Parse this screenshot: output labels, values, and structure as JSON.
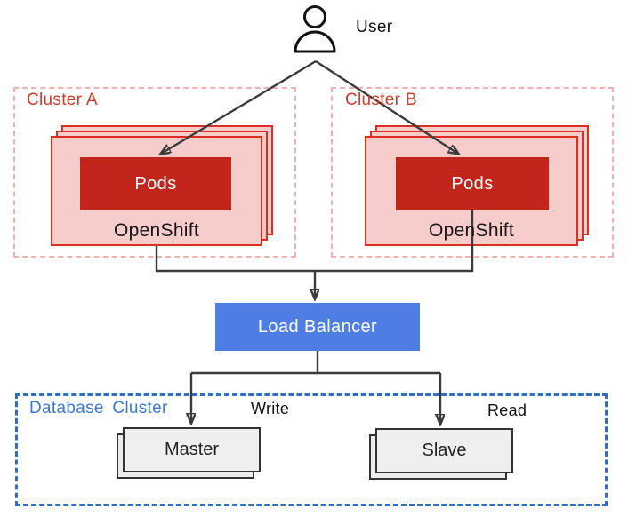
{
  "diagram": {
    "user": {
      "label": "User"
    },
    "clusters": [
      {
        "label": "Cluster A",
        "pods_label": "Pods",
        "platform_label": "OpenShift"
      },
      {
        "label": "Cluster B",
        "pods_label": "Pods",
        "platform_label": "OpenShift"
      }
    ],
    "load_balancer": {
      "label": "Load Balancer"
    },
    "database_cluster": {
      "label": "Database Cluster",
      "nodes": [
        {
          "label": "Master",
          "annotation": "Write"
        },
        {
          "label": "Slave",
          "annotation": "Read"
        }
      ]
    }
  },
  "colors": {
    "red-box-border": "#dc2f23",
    "red-box-fill": "#f7cdcc",
    "pods-fill": "#c2251b",
    "cluster-dash": "#f3b1ad",
    "cluster-label": "#d23a2e",
    "lb-fill": "#4e7ee4",
    "db-dash": "#2e6fc0",
    "db-label": "#3b79d3",
    "node-fill": "#efefef",
    "node-border": "#333333",
    "line": "#3b3b3b",
    "text": "#151515"
  }
}
